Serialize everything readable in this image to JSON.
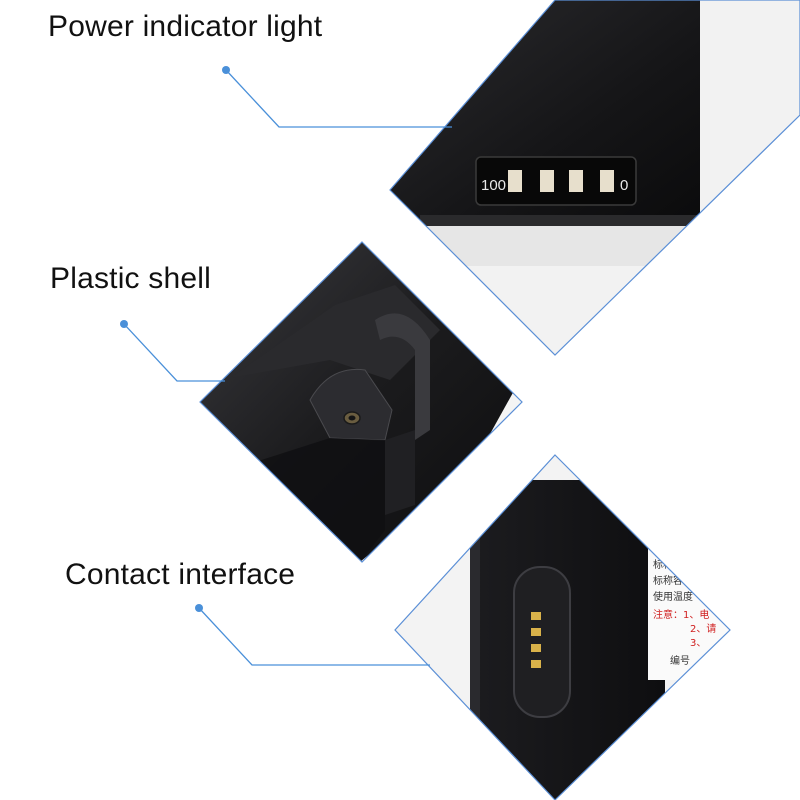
{
  "callouts": {
    "power": {
      "label": "Power indicator light"
    },
    "shell": {
      "label": "Plastic shell"
    },
    "contact": {
      "label": "Contact interface"
    }
  },
  "indicator": {
    "high_label": "100",
    "low_label": "0",
    "segments": 4
  },
  "sticker": {
    "lines": [
      "标称",
      "标称容",
      "使用温度"
    ],
    "note": "注意：1、电",
    "note2": "2、请",
    "note3": "3、",
    "serial": "编号"
  },
  "colors": {
    "accent": "#4a90d9",
    "battery_body": "#1a1a1c",
    "border": "#5b8fd6"
  }
}
